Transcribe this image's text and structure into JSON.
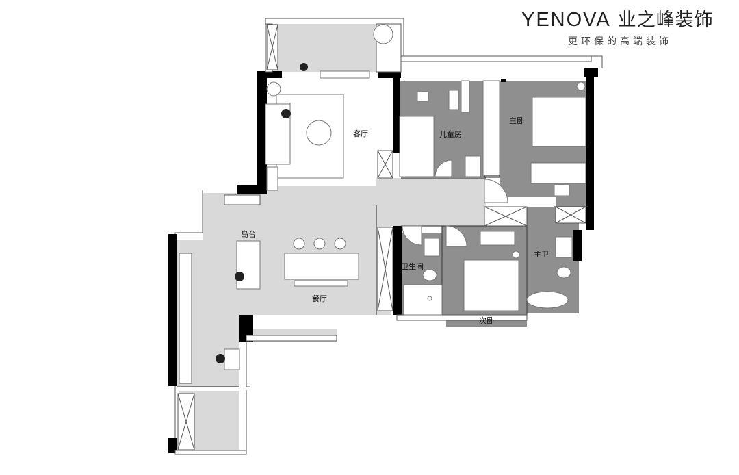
{
  "brand": {
    "logo_en": "YENOVA",
    "logo_cn": "业之峰装饰",
    "tagline": "更环保的高端装饰"
  },
  "rooms": {
    "living": "客厅",
    "kids": "儿童房",
    "master_bed": "主卧",
    "island": "岛台",
    "dining": "餐厅",
    "bath": "卫生间",
    "master_bath": "主卫",
    "second_bed": "次卧"
  },
  "colors": {
    "floor_light": "#d9d9d9",
    "floor_dark": "#8f8f8f",
    "wall": "#000000",
    "furniture": "#ffffff"
  }
}
